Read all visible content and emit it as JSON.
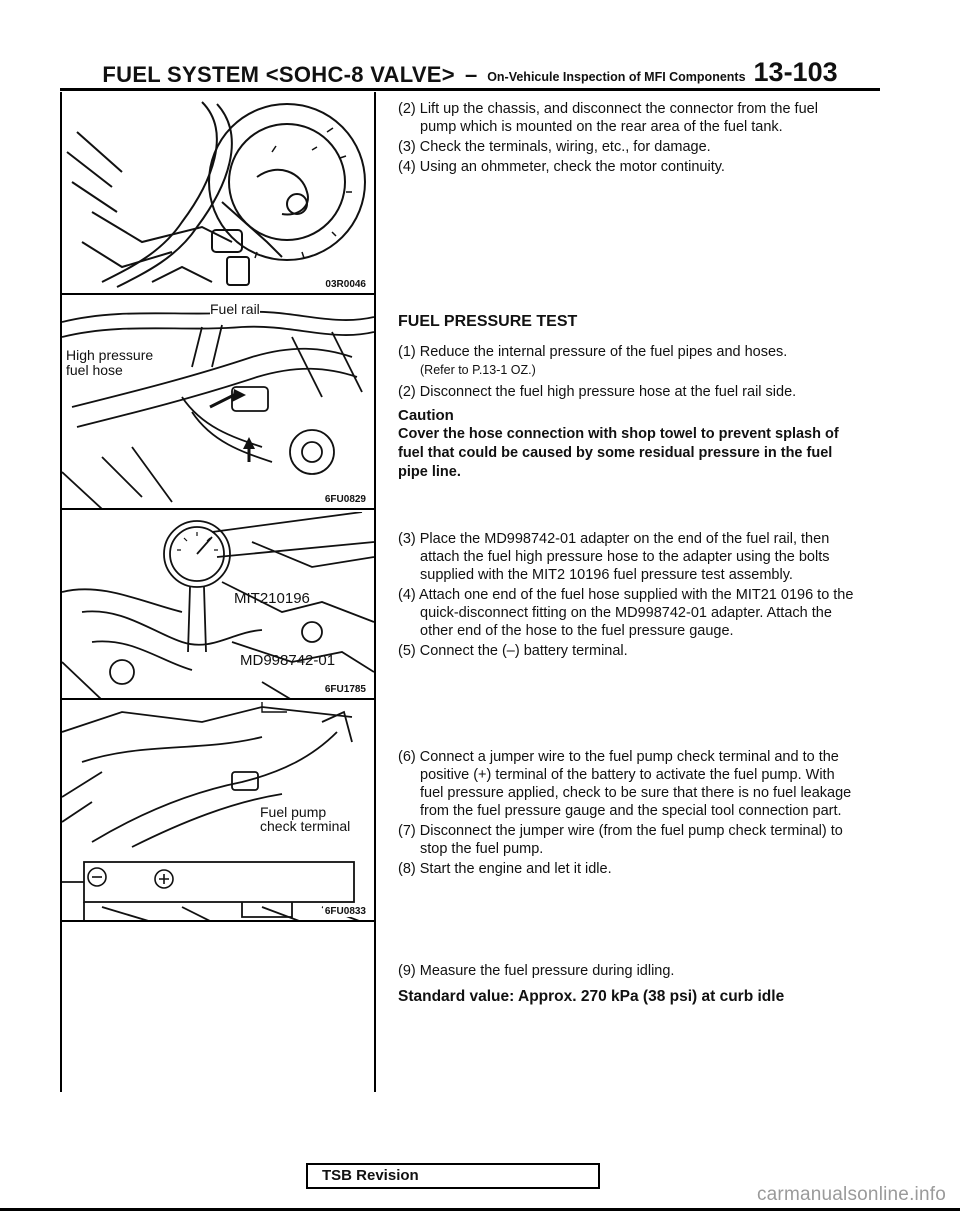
{
  "header": {
    "title": "FUEL SYSTEM <SOHC-8 VALVE>",
    "dash": "–",
    "subtitle": "On-Vehicule Inspection of MFI Components",
    "page": "13-103"
  },
  "figures": [
    {
      "code": "03R0046",
      "labels": []
    },
    {
      "code": "6FU0829",
      "labels": [
        "Fuel rail",
        "High pressure",
        "fuel hose"
      ]
    },
    {
      "code": "6FU1785",
      "labels": [
        "MIT210196",
        "MD998742-01"
      ]
    },
    {
      "code": "6FU0833",
      "labels": [
        "Fuel pump",
        "check terminal"
      ]
    }
  ],
  "block1": [
    "(2) Lift up the chassis, and disconnect the connector from the fuel pump which is mounted on the rear area of the fuel tank.",
    "(3) Check the terminals, wiring, etc., for damage.",
    "(4) Using an ohmmeter, check the motor continuity."
  ],
  "section": {
    "title": "FUEL PRESSURE TEST",
    "step1": "(1) Reduce the internal pressure of the fuel pipes and hoses.",
    "step1_note": "(Refer to P.13-1 OZ.)",
    "step2": "(2) Disconnect the fuel high pressure hose at the fuel rail side.",
    "caution_title": "Caution",
    "caution_text": "Cover the hose connection with shop towel to prevent splash of fuel that could be caused by some residual pressure in the fuel pipe line."
  },
  "block3": [
    "(3) Place the MD998742-01 adapter on the end of the fuel rail, then attach the fuel high pressure hose to the adapter using the bolts supplied with the MIT2 10196 fuel pressure test assembly.",
    "(4) Attach one end of the fuel hose supplied with the MIT21 0196 to the quick-disconnect fitting on the MD998742-01 adapter. Attach the other end of the hose to the fuel pressure gauge.",
    "(5) Connect the (–) battery terminal."
  ],
  "block4": [
    "(6) Connect a jumper wire to the fuel pump check terminal and to the positive (+) terminal of the battery to activate the fuel pump. With fuel pressure applied, check to be sure that there is no fuel leakage from the fuel pressure gauge and the special tool connection part.",
    "(7) Disconnect the jumper wire (from the fuel pump check terminal) to stop the fuel pump.",
    "(8) Start the engine and let it idle."
  ],
  "block5": {
    "step9": "(9) Measure the fuel pressure during idling.",
    "standard": "Standard value: Approx. 270 kPa (38 psi) at curb idle"
  },
  "footer": {
    "tsb": "TSB Revision",
    "watermark": "carmanualsonline.info"
  }
}
